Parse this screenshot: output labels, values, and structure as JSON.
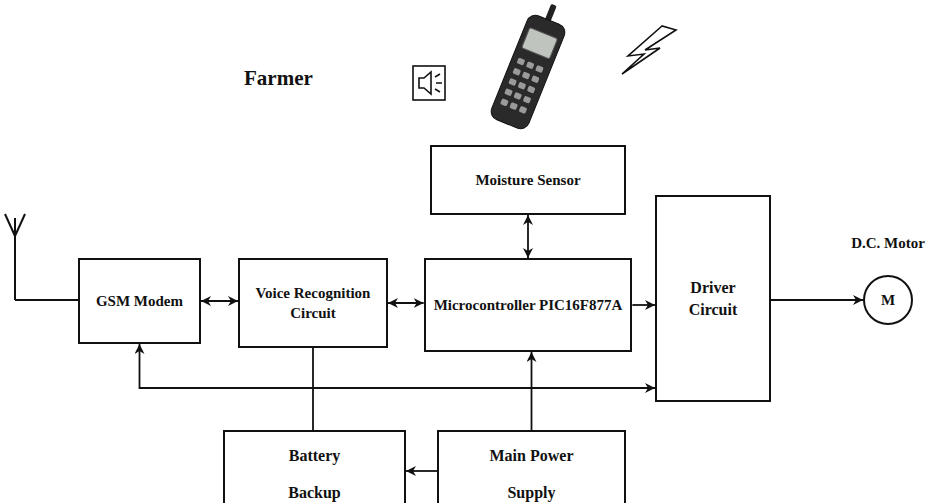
{
  "diagram": {
    "nodes": [
      {
        "text": [
          "Moisture Sensor"
        ]
      },
      {
        "text": [
          "GSM Modem"
        ]
      },
      {
        "text": [
          "Voice Recognition Circuit"
        ]
      },
      {
        "text": [
          "Microcontroller PIC16F877A"
        ]
      },
      {
        "text": [
          "Driver Circuit"
        ]
      },
      {
        "text": [
          "D.C. Motor",
          "M"
        ]
      },
      {
        "text": [
          "Battery Backup"
        ]
      },
      {
        "text": [
          "Main Power Supply"
        ]
      }
    ],
    "edges": [
      {
        "from": 1,
        "to": 2,
        "arrow": "both"
      },
      {
        "from": 2,
        "to": 3,
        "arrow": "both"
      },
      {
        "from": 0,
        "to": 3,
        "arrow": "both"
      },
      {
        "from": 3,
        "to": 4,
        "arrow": "to"
      },
      {
        "from": 4,
        "to": 5,
        "arrow": "to"
      },
      {
        "from": 1,
        "to": 4,
        "arrow": "both"
      },
      {
        "from": 6,
        "to": 2,
        "arrow": "none"
      },
      {
        "from": 7,
        "to": 3,
        "arrow": "to"
      },
      {
        "from": 7,
        "to": 6,
        "arrow": "to"
      }
    ],
    "labels": [
      "Farmer"
    ]
  }
}
